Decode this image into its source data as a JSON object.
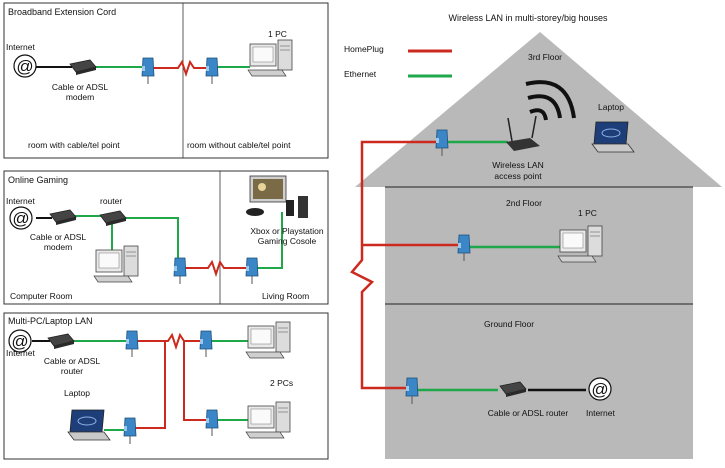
{
  "panels": {
    "broadband": {
      "title": "Broadband Extension Cord",
      "internet": "Internet",
      "modem": [
        "Cable or ADSL",
        "modem"
      ],
      "pc": "1 PC",
      "room_left": "room with cable/tel point",
      "room_right": "room without cable/tel point"
    },
    "gaming": {
      "title": "Online Gaming",
      "internet": "Internet",
      "router": "router",
      "modem": [
        "Cable or ADSL",
        "modem"
      ],
      "console": [
        "Xbox or Playstation",
        "Gaming Cosole"
      ],
      "room_left": "Computer Room",
      "room_right": "Living Room"
    },
    "lan": {
      "title": "Multi-PC/Laptop LAN",
      "internet": "Internet",
      "router": [
        "Cable or ADSL",
        "router"
      ],
      "laptop": "Laptop",
      "pcs": "2 PCs"
    }
  },
  "legend": {
    "homeplug": "HomePlug",
    "ethernet": "Ethernet",
    "homeplug_color": "#cc2a1e",
    "ethernet_color": "#1fa84a"
  },
  "house": {
    "title": "Wireless LAN in multi-storey/big houses",
    "floor3": "3rd Floor",
    "floor2": "2nd Floor",
    "floor1": "Ground Floor",
    "laptop": "Laptop",
    "wlan": [
      "Wireless LAN",
      "access point"
    ],
    "pc": "1 PC",
    "router": "Cable or ADSL router",
    "internet": "Internet"
  }
}
